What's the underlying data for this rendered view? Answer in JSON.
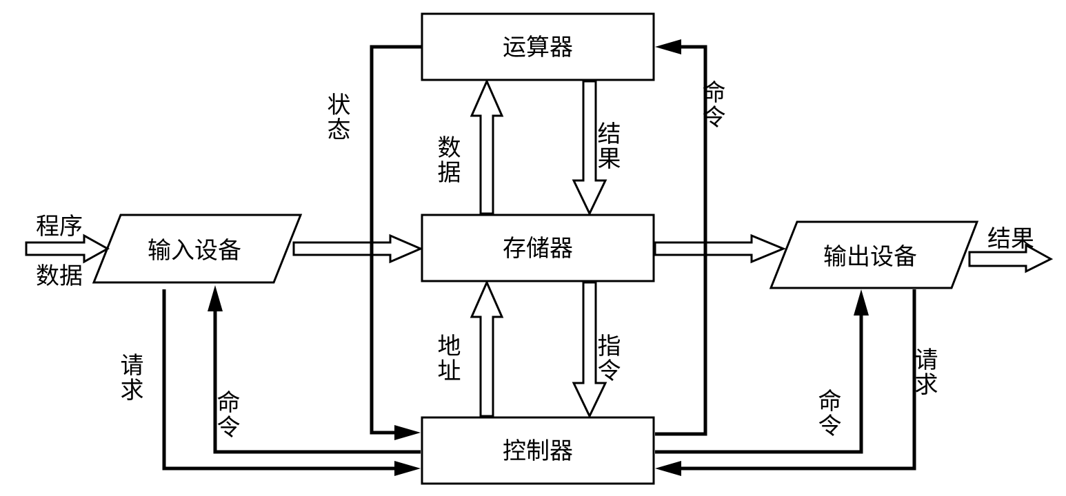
{
  "nodes": {
    "alu": "运算器",
    "memory": "存储器",
    "controller": "控制器",
    "input_device": "输入设备",
    "output_device": "输出设备"
  },
  "edge_labels": {
    "status": "状态",
    "command_to_alu": "命令",
    "data_to_alu": "数据",
    "result_to_memory": "结果",
    "address": "地址",
    "instruction": "指令",
    "program_in": "程序",
    "data_in": "数据",
    "result_out": "结果",
    "input_request": "请求",
    "input_command": "命令",
    "output_request": "请求",
    "output_command": "命令"
  }
}
